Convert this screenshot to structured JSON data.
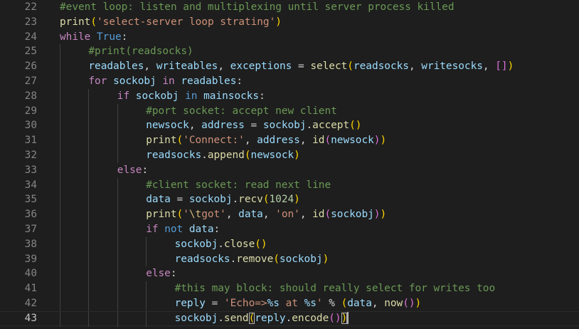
{
  "editor": {
    "current_line": 43,
    "colors": {
      "background": "#1e1e1e",
      "comment": "#6a9955",
      "function": "#dcdcaa",
      "string": "#ce9178",
      "keyword": "#569cd6",
      "control_keyword": "#c586c0",
      "variable": "#9cdcfe",
      "number": "#b5cea8",
      "bracket_level_1": "#ffd700",
      "bracket_level_2": "#da70d6",
      "bracket_level_3": "#179fff"
    },
    "lines": [
      {
        "n": 22,
        "indent": 0,
        "tokens": [
          [
            "c",
            "#event loop: listen and multiplexing until server process killed"
          ]
        ]
      },
      {
        "n": 23,
        "indent": 0,
        "tokens": [
          [
            "f",
            "print"
          ],
          [
            "b1",
            "("
          ],
          [
            "s",
            "'select-server loop strating'"
          ],
          [
            "b1",
            ")"
          ]
        ]
      },
      {
        "n": 24,
        "indent": 0,
        "tokens": [
          [
            "k2",
            "while"
          ],
          [
            "o",
            " "
          ],
          [
            "k",
            "True"
          ],
          [
            "o",
            ":"
          ]
        ]
      },
      {
        "n": 25,
        "indent": 1,
        "tokens": [
          [
            "c",
            "#print(readsocks)"
          ]
        ]
      },
      {
        "n": 26,
        "indent": 1,
        "tokens": [
          [
            "v",
            "readables"
          ],
          [
            "o",
            ", "
          ],
          [
            "v",
            "writeables"
          ],
          [
            "o",
            ", "
          ],
          [
            "v",
            "exceptions"
          ],
          [
            "o",
            " = "
          ],
          [
            "f",
            "select"
          ],
          [
            "b1",
            "("
          ],
          [
            "v",
            "readsocks"
          ],
          [
            "o",
            ", "
          ],
          [
            "v",
            "writesocks"
          ],
          [
            "o",
            ", "
          ],
          [
            "b2",
            "[]"
          ],
          [
            "b1",
            ")"
          ]
        ]
      },
      {
        "n": 27,
        "indent": 1,
        "tokens": [
          [
            "k2",
            "for"
          ],
          [
            "o",
            " "
          ],
          [
            "v",
            "sockobj"
          ],
          [
            "o",
            " "
          ],
          [
            "k2",
            "in"
          ],
          [
            "o",
            " "
          ],
          [
            "v",
            "readables"
          ],
          [
            "o",
            ":"
          ]
        ]
      },
      {
        "n": 28,
        "indent": 2,
        "tokens": [
          [
            "k2",
            "if"
          ],
          [
            "o",
            " "
          ],
          [
            "v",
            "sockobj"
          ],
          [
            "o",
            " "
          ],
          [
            "k",
            "in"
          ],
          [
            "o",
            " "
          ],
          [
            "v",
            "mainsocks"
          ],
          [
            "o",
            ":"
          ]
        ]
      },
      {
        "n": 29,
        "indent": 3,
        "tokens": [
          [
            "c",
            "#port socket: accept new client"
          ]
        ]
      },
      {
        "n": 30,
        "indent": 3,
        "tokens": [
          [
            "v",
            "newsock"
          ],
          [
            "o",
            ", "
          ],
          [
            "v",
            "address"
          ],
          [
            "o",
            " = "
          ],
          [
            "v",
            "sockobj"
          ],
          [
            "o",
            "."
          ],
          [
            "f",
            "accept"
          ],
          [
            "b1",
            "()"
          ]
        ]
      },
      {
        "n": 31,
        "indent": 3,
        "tokens": [
          [
            "f",
            "print"
          ],
          [
            "b1",
            "("
          ],
          [
            "s",
            "'Connect:'"
          ],
          [
            "o",
            ", "
          ],
          [
            "v",
            "address"
          ],
          [
            "o",
            ", "
          ],
          [
            "f",
            "id"
          ],
          [
            "b2",
            "("
          ],
          [
            "v",
            "newsock"
          ],
          [
            "b2",
            ")"
          ],
          [
            "b1",
            ")"
          ]
        ]
      },
      {
        "n": 32,
        "indent": 3,
        "tokens": [
          [
            "v",
            "readsocks"
          ],
          [
            "o",
            "."
          ],
          [
            "f",
            "append"
          ],
          [
            "b1",
            "("
          ],
          [
            "v",
            "newsock"
          ],
          [
            "b1",
            ")"
          ]
        ]
      },
      {
        "n": 33,
        "indent": 2,
        "tokens": [
          [
            "k2",
            "else"
          ],
          [
            "o",
            ":"
          ]
        ]
      },
      {
        "n": 34,
        "indent": 3,
        "tokens": [
          [
            "c",
            "#client socket: read next line"
          ]
        ]
      },
      {
        "n": 35,
        "indent": 3,
        "tokens": [
          [
            "v",
            "data"
          ],
          [
            "o",
            " = "
          ],
          [
            "v",
            "sockobj"
          ],
          [
            "o",
            "."
          ],
          [
            "f",
            "recv"
          ],
          [
            "b1",
            "("
          ],
          [
            "n",
            "1024"
          ],
          [
            "b1",
            ")"
          ]
        ]
      },
      {
        "n": 36,
        "indent": 3,
        "tokens": [
          [
            "f",
            "print"
          ],
          [
            "b1",
            "("
          ],
          [
            "s",
            "'"
          ],
          [
            "e",
            "\\t"
          ],
          [
            "s",
            "got'"
          ],
          [
            "o",
            ", "
          ],
          [
            "v",
            "data"
          ],
          [
            "o",
            ", "
          ],
          [
            "s",
            "'on'"
          ],
          [
            "o",
            ", "
          ],
          [
            "f",
            "id"
          ],
          [
            "b2",
            "("
          ],
          [
            "v",
            "sockobj"
          ],
          [
            "b2",
            ")"
          ],
          [
            "b1",
            ")"
          ]
        ]
      },
      {
        "n": 37,
        "indent": 3,
        "tokens": [
          [
            "k2",
            "if"
          ],
          [
            "o",
            " "
          ],
          [
            "k",
            "not"
          ],
          [
            "o",
            " "
          ],
          [
            "v",
            "data"
          ],
          [
            "o",
            ":"
          ]
        ]
      },
      {
        "n": 38,
        "indent": 4,
        "tokens": [
          [
            "v",
            "sockobj"
          ],
          [
            "o",
            "."
          ],
          [
            "f",
            "close"
          ],
          [
            "b1",
            "()"
          ]
        ]
      },
      {
        "n": 39,
        "indent": 4,
        "tokens": [
          [
            "v",
            "readsocks"
          ],
          [
            "o",
            "."
          ],
          [
            "f",
            "remove"
          ],
          [
            "b1",
            "("
          ],
          [
            "v",
            "sockobj"
          ],
          [
            "b1",
            ")"
          ]
        ]
      },
      {
        "n": 40,
        "indent": 3,
        "tokens": [
          [
            "k2",
            "else"
          ],
          [
            "o",
            ":"
          ]
        ]
      },
      {
        "n": 41,
        "indent": 4,
        "tokens": [
          [
            "c",
            "#this may block: should really select for writes too"
          ]
        ]
      },
      {
        "n": 42,
        "indent": 4,
        "tokens": [
          [
            "v",
            "reply"
          ],
          [
            "o",
            " = "
          ],
          [
            "s",
            "'Echo=>"
          ],
          [
            "x",
            "%s"
          ],
          [
            "s",
            " at "
          ],
          [
            "x",
            "%s"
          ],
          [
            "s",
            "'"
          ],
          [
            "o",
            " % "
          ],
          [
            "b1",
            "("
          ],
          [
            "v",
            "data"
          ],
          [
            "o",
            ", "
          ],
          [
            "f",
            "now"
          ],
          [
            "b2",
            "()"
          ],
          [
            "b1",
            ")"
          ]
        ]
      },
      {
        "n": 43,
        "indent": 4,
        "tokens": [
          [
            "v",
            "sockobj"
          ],
          [
            "o",
            "."
          ],
          [
            "f",
            "send"
          ],
          [
            "m1",
            "("
          ],
          [
            "v",
            "reply"
          ],
          [
            "o",
            "."
          ],
          [
            "f",
            "encode"
          ],
          [
            "b2",
            "()"
          ],
          [
            "m1",
            ")"
          ],
          [
            "cur",
            ""
          ]
        ]
      }
    ]
  }
}
